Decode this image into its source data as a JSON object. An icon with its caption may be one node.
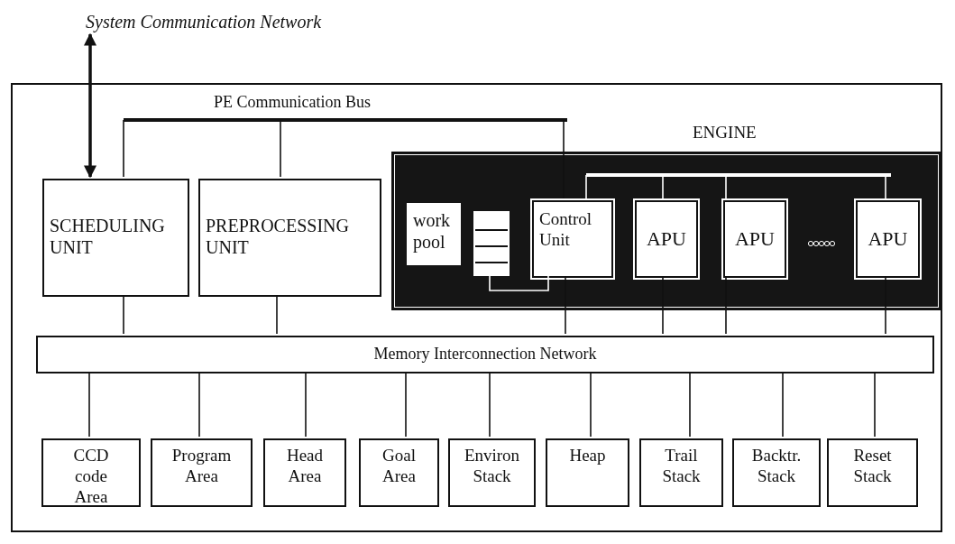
{
  "diagram": {
    "nodes": [
      {
        "text": [
          "System Communication Network"
        ]
      },
      {
        "text": [],
        "shape": "box"
      },
      {
        "text": [],
        "shape": "bar",
        "in": 1
      },
      {
        "text": [
          "SCHEDULING UNIT"
        ],
        "in": 1
      },
      {
        "text": [
          "PREPROCESSING UNIT"
        ],
        "in": 1
      },
      {
        "text": [
          "ENGINE"
        ],
        "in": 1
      },
      {
        "text": [],
        "shape": "bar",
        "in": 5
      },
      {
        "text": [
          "work pool"
        ],
        "in": 5
      },
      {
        "text": [],
        "shape": "box",
        "in": 5
      },
      {
        "text": [
          "Control Unit"
        ],
        "in": 5
      },
      {
        "text": [
          "APU"
        ],
        "in": 5
      },
      {
        "text": [
          "APU"
        ],
        "in": 5
      },
      {
        "text": [
          "APU"
        ],
        "in": 5
      },
      {
        "text": [
          "Memory Interconnection Network"
        ],
        "in": 1
      },
      {
        "text": [
          "CCD code Area"
        ],
        "in": 1
      },
      {
        "text": [
          "Program Area"
        ],
        "in": 1
      },
      {
        "text": [
          "Head Area"
        ],
        "in": 1
      },
      {
        "text": [
          "Goal Area"
        ],
        "in": 1
      },
      {
        "text": [
          "Environ Stack"
        ],
        "in": 1
      },
      {
        "text": [
          "Heap"
        ],
        "in": 1
      },
      {
        "text": [
          "Trail Stack"
        ],
        "in": 1
      },
      {
        "text": [
          "Backtr. Stack"
        ],
        "in": 1
      },
      {
        "text": [
          "Reset Stack"
        ],
        "in": 1
      }
    ],
    "edges": [
      {
        "from": 0,
        "to": 3,
        "arrow": "both",
        "style": "thick"
      },
      {
        "from": 2,
        "to": 3,
        "arrow": "none"
      },
      {
        "from": 2,
        "to": 4,
        "arrow": "none"
      },
      {
        "from": 2,
        "to": 9,
        "arrow": "none"
      },
      {
        "from": 6,
        "to": 9,
        "arrow": "none",
        "color": "#ffffff"
      },
      {
        "from": 6,
        "to": 10,
        "arrow": "none",
        "color": "#ffffff"
      },
      {
        "from": 6,
        "to": 11,
        "arrow": "none",
        "color": "#ffffff"
      },
      {
        "from": 6,
        "to": 12,
        "arrow": "none",
        "color": "#ffffff"
      },
      {
        "from": 8,
        "to": 9,
        "arrow": "none",
        "color": "#ffffff"
      },
      {
        "from": 3,
        "to": 13,
        "arrow": "none"
      },
      {
        "from": 4,
        "to": 13,
        "arrow": "none"
      },
      {
        "from": 9,
        "to": 13,
        "arrow": "none"
      },
      {
        "from": 10,
        "to": 13,
        "arrow": "none"
      },
      {
        "from": 11,
        "to": 13,
        "arrow": "none"
      },
      {
        "from": 12,
        "to": 13,
        "arrow": "none"
      },
      {
        "from": 13,
        "to": 14,
        "arrow": "none"
      },
      {
        "from": 13,
        "to": 15,
        "arrow": "none"
      },
      {
        "from": 13,
        "to": 16,
        "arrow": "none"
      },
      {
        "from": 13,
        "to": 17,
        "arrow": "none"
      },
      {
        "from": 13,
        "to": 18,
        "arrow": "none"
      },
      {
        "from": 13,
        "to": 19,
        "arrow": "none"
      },
      {
        "from": 13,
        "to": 20,
        "arrow": "none"
      },
      {
        "from": 13,
        "to": 21,
        "arrow": "none"
      },
      {
        "from": 13,
        "to": 22,
        "arrow": "none"
      }
    ],
    "labels": [
      "PE Communication Bus"
    ]
  }
}
